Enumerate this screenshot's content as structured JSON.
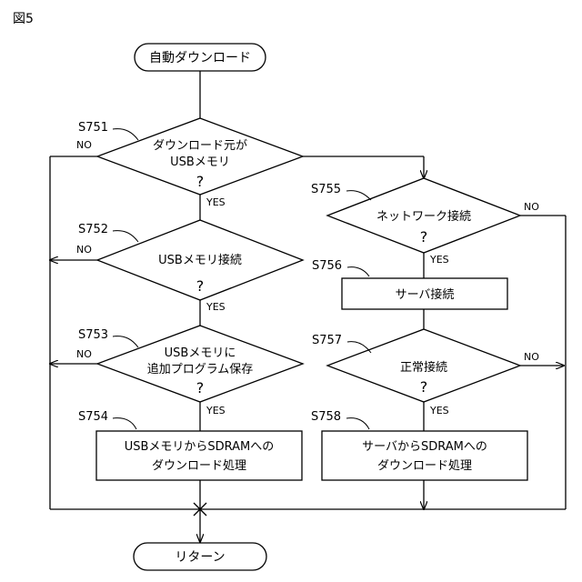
{
  "figure_label": "図5",
  "terminals": {
    "start": "自動ダウンロード",
    "end": "リターン"
  },
  "steps": {
    "s751": {
      "id": "S751",
      "line1": "ダウンロード元が",
      "line2": "USBメモリ",
      "q": "?"
    },
    "s752": {
      "id": "S752",
      "line1": "USBメモリ接続",
      "q": "?"
    },
    "s753": {
      "id": "S753",
      "line1": "USBメモリに",
      "line2": "追加プログラム保存",
      "q": "?"
    },
    "s754": {
      "id": "S754",
      "line1": "USBメモリからSDRAMへの",
      "line2": "ダウンロード処理"
    },
    "s755": {
      "id": "S755",
      "line1": "ネットワーク接続",
      "q": "?"
    },
    "s756": {
      "id": "S756",
      "line1": "サーバ接続"
    },
    "s757": {
      "id": "S757",
      "line1": "正常接続",
      "q": "?"
    },
    "s758": {
      "id": "S758",
      "line1": "サーバからSDRAMへの",
      "line2": "ダウンロード処理"
    }
  },
  "branch_labels": {
    "yes": "YES",
    "no": "NO"
  }
}
